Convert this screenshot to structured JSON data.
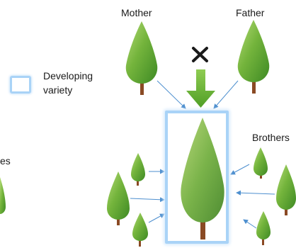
{
  "labels": {
    "mother": "Mother",
    "father": "Father",
    "brothers": "Brothers",
    "left_partial": "es",
    "cross": "×"
  },
  "legend": {
    "line1": "Developing",
    "line2": "variety"
  },
  "colors": {
    "highlight_border": "#a9d3f7",
    "arrow_blue": "#4d8fcf",
    "green_arrow": "#5fae2e",
    "foliage_dark": "#3e8a24",
    "foliage_mid": "#74b43c",
    "foliage_light": "#a9d46a",
    "trunk": "#8a4a24"
  },
  "icons": [
    "tree-icon",
    "cross-icon",
    "down-arrow-icon"
  ]
}
